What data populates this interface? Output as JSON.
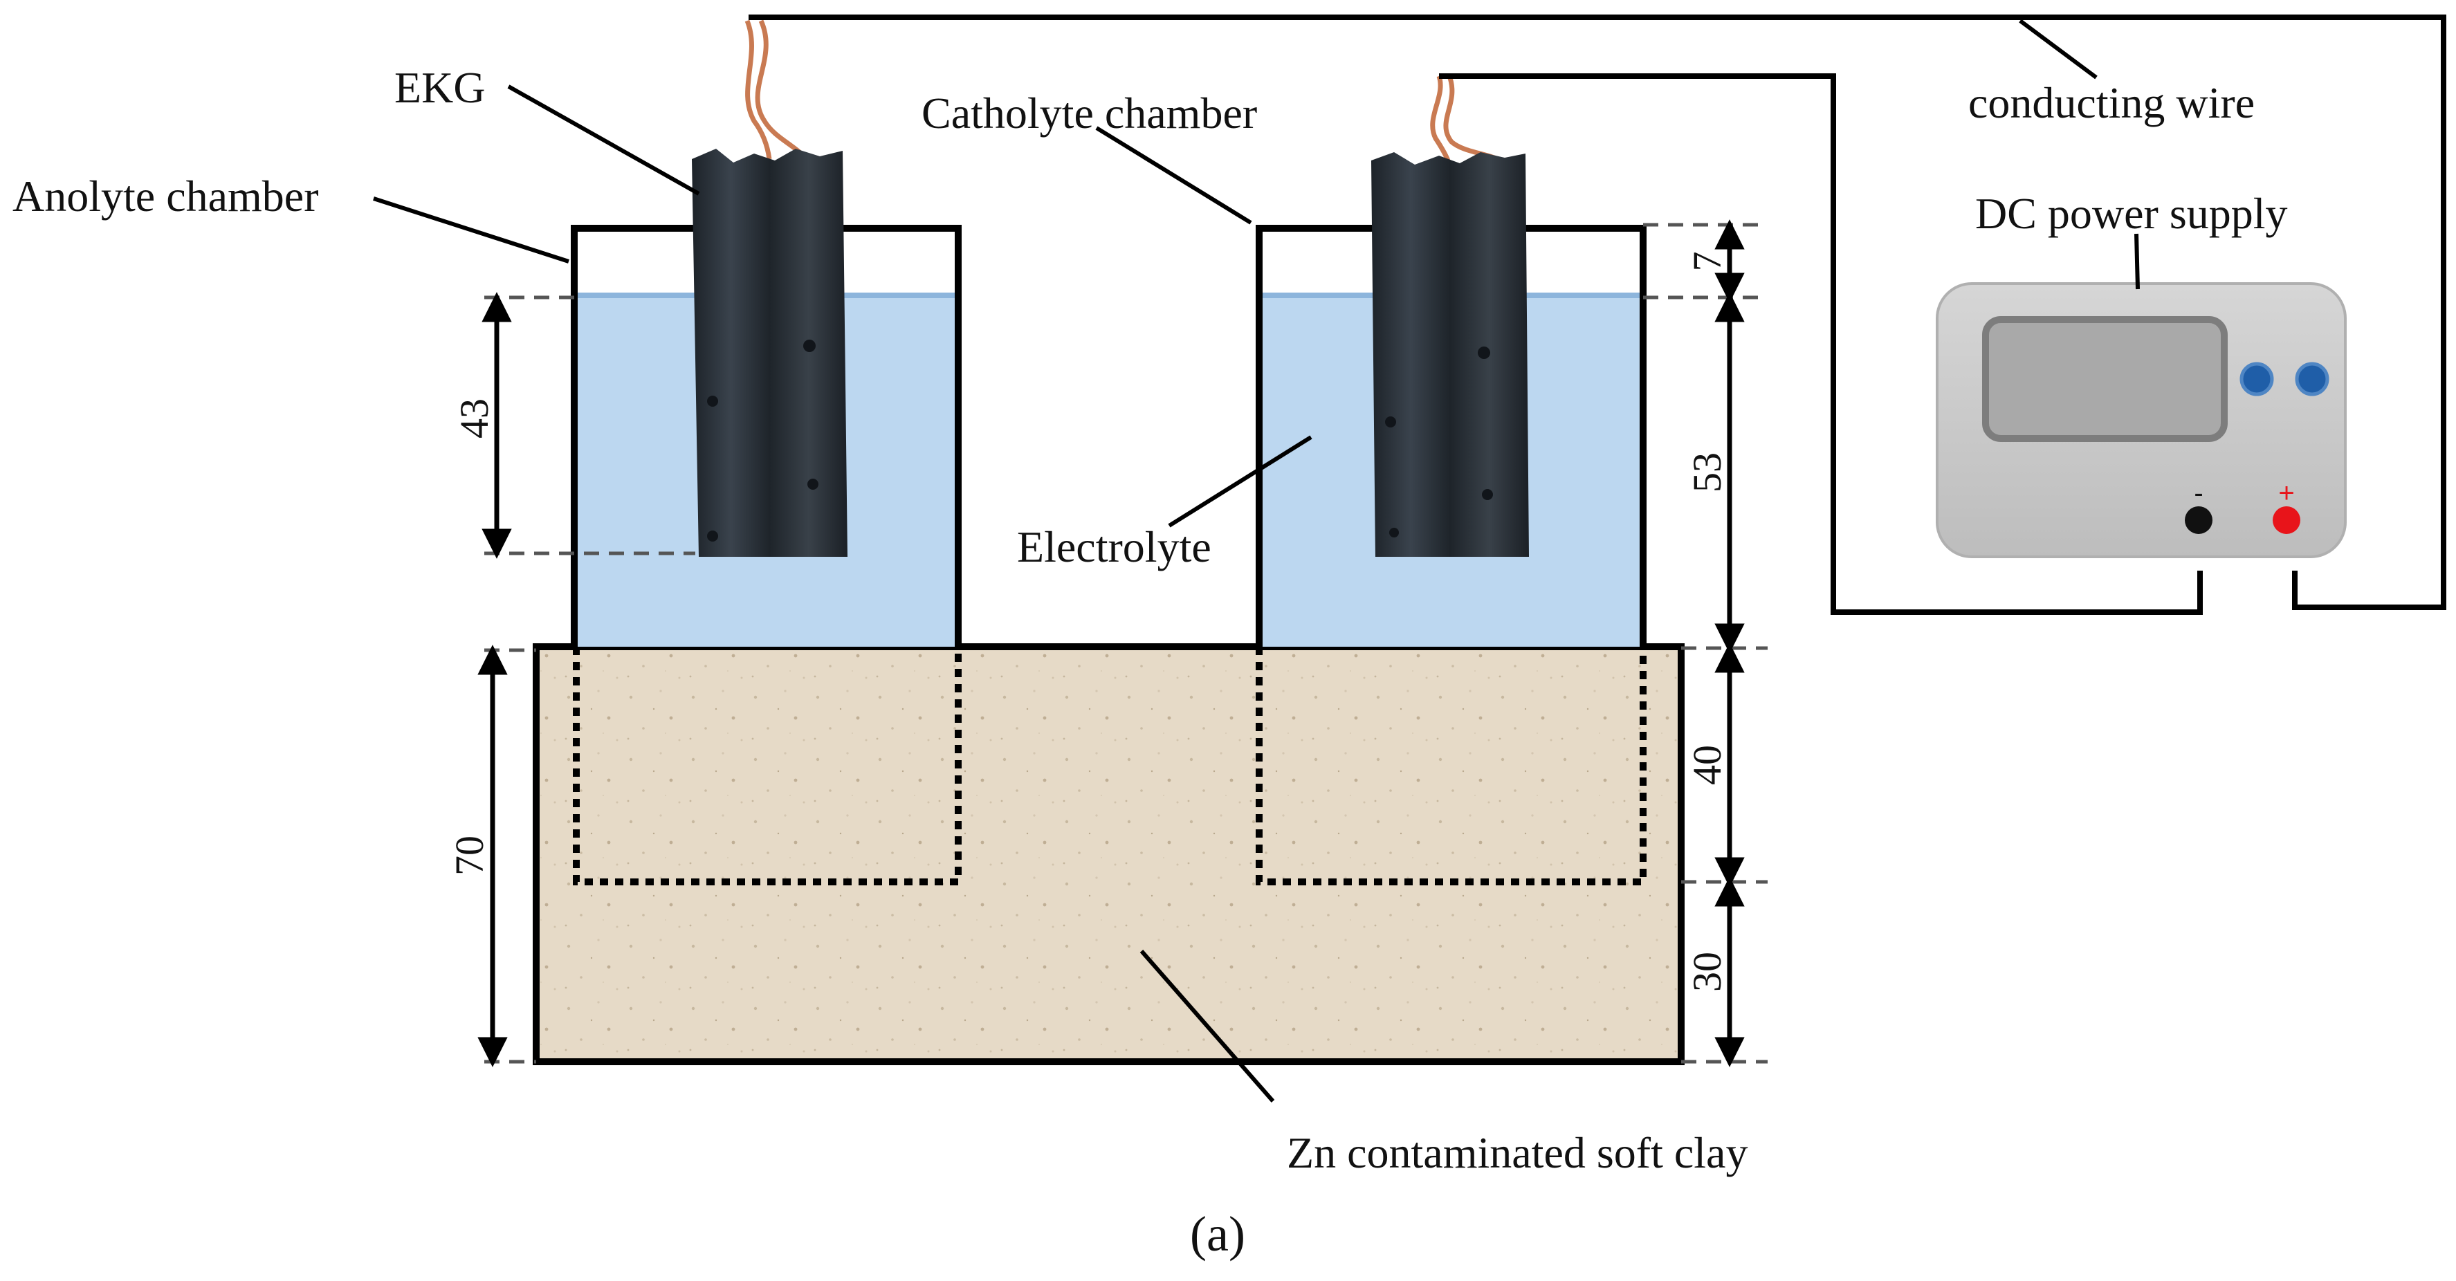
{
  "labels": {
    "ekg": "EKG",
    "anolyte_chamber": "Anolyte chamber",
    "catholyte_chamber": "Catholyte chamber",
    "conducting_wire": "conducting wire",
    "dc_power_supply": "DC power supply",
    "electrolyte": "Electrolyte",
    "soil": "Zn contaminated soft clay",
    "caption": "(a)"
  },
  "dimensions": {
    "anolyte_electrolyte_depth": "43",
    "catholyte_freeboard": "7",
    "catholyte_electrolyte_depth": "53",
    "soil_total": "70",
    "chamber_embedment": "40",
    "soil_below_chamber": "30"
  },
  "terminals": {
    "negative": "-",
    "positive": "+"
  },
  "colors": {
    "electrolyte": "#bcd7f0",
    "electrolyte_surface": "#8db5dc",
    "clay": "#e6dac7",
    "electrode": "#262c33",
    "power_supply_body": "#c9c9c9",
    "screen": "#a9a9a9",
    "knob": "#1f5ea8",
    "negative_terminal": "#111111",
    "positive_terminal": "#e8141a",
    "copper_wire": "#c97a52"
  }
}
